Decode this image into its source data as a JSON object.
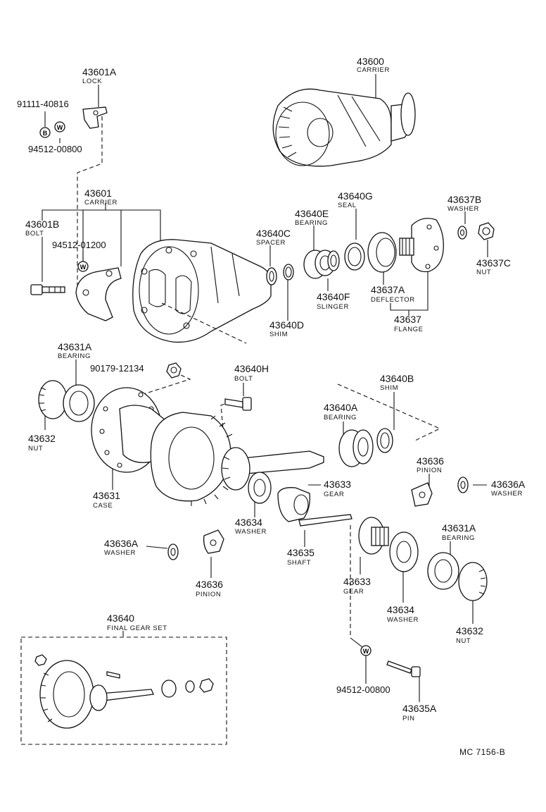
{
  "labels": {
    "p43600": {
      "number": "43600",
      "name": "CARRIER"
    },
    "p43601A": {
      "number": "43601A",
      "name": "LOCK"
    },
    "p91111": {
      "number": "91111-40816"
    },
    "p94512_top": {
      "number": "94512-00800"
    },
    "p43601": {
      "number": "43601",
      "name": "CARRIER"
    },
    "p43601B": {
      "number": "43601B",
      "name": "BOLT"
    },
    "p94512_mid": {
      "number": "94512-01200"
    },
    "p43640C": {
      "number": "43640C",
      "name": "SPACER"
    },
    "p43640E": {
      "number": "43640E",
      "name": "BEARING"
    },
    "p43640G": {
      "number": "43640G",
      "name": "SEAL"
    },
    "p43637B": {
      "number": "43637B",
      "name": "WASHER"
    },
    "p43637C": {
      "number": "43637C",
      "name": "NUT"
    },
    "p43640F": {
      "number": "43640F",
      "name": "SLINGER"
    },
    "p43637A": {
      "number": "43637A",
      "name": "DEFLECTOR"
    },
    "p43637": {
      "number": "43637",
      "name": "FLANGE"
    },
    "p43640D": {
      "number": "43640D",
      "name": "SHIM"
    },
    "p43631A_top": {
      "number": "43631A",
      "name": "BEARING"
    },
    "p90179": {
      "number": "90179-12134"
    },
    "p43640H": {
      "number": "43640H",
      "name": "BOLT"
    },
    "p43640B": {
      "number": "43640B",
      "name": "SHIM"
    },
    "p43640A": {
      "number": "43640A",
      "name": "BEARING"
    },
    "p43632_top": {
      "number": "43632",
      "name": "NUT"
    },
    "p43636_right": {
      "number": "43636",
      "name": "PINION"
    },
    "p43636A_right": {
      "number": "43636A",
      "name": "WASHER"
    },
    "p43633_top": {
      "number": "43633",
      "name": "GEAR"
    },
    "p43631": {
      "number": "43631",
      "name": "CASE"
    },
    "p43634_left": {
      "number": "43634",
      "name": "WASHER"
    },
    "p43636A_left": {
      "number": "43636A",
      "name": "WASHER"
    },
    "p43635": {
      "number": "43635",
      "name": "SHAFT"
    },
    "p43631A_bot": {
      "number": "43631A",
      "name": "BEARING"
    },
    "p43636_left": {
      "number": "43636",
      "name": "PINION"
    },
    "p43633_bot": {
      "number": "43633",
      "name": "GEAR"
    },
    "p43634_right": {
      "number": "43634",
      "name": "WASHER"
    },
    "p43632_bot": {
      "number": "43632",
      "name": "NUT"
    },
    "p43640": {
      "number": "43640",
      "name": "FINAL GEAR SET"
    },
    "p94512_bot": {
      "number": "94512-00800"
    },
    "p43635A": {
      "number": "43635A",
      "name": "PIN"
    }
  },
  "symbols": {
    "b_mark": "B",
    "w_mark": "W"
  },
  "reference": "MC  7156-B"
}
